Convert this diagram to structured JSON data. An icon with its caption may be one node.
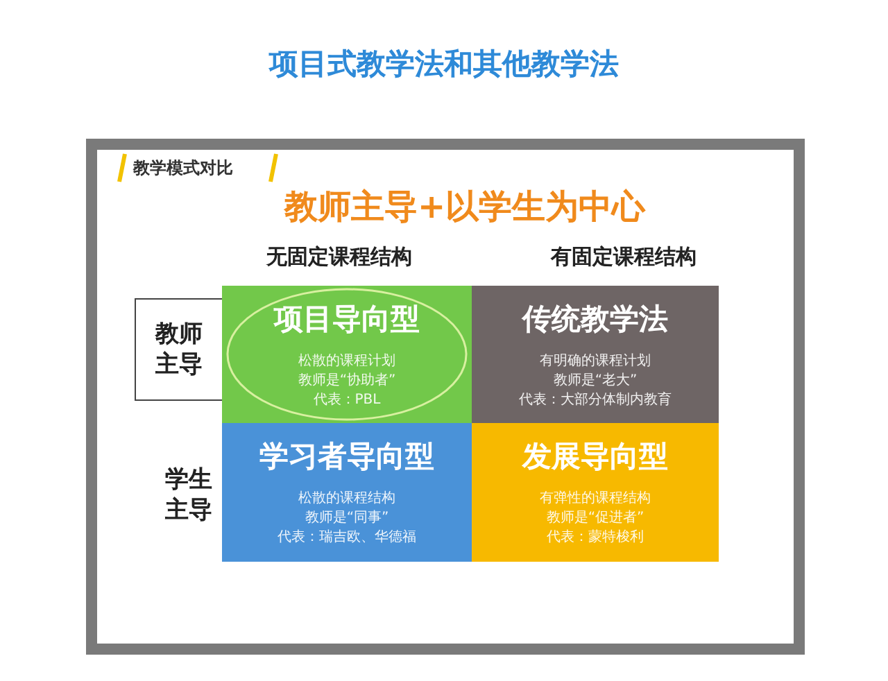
{
  "diagram": {
    "title": "项目式教学法和其他教学法",
    "nodes": [
      {
        "text": [
          "教师主导"
        ]
      },
      {
        "text": [
          "项目导向型",
          "松散的课程计划",
          "教师是“协助者”",
          "代表：PBL"
        ]
      },
      {
        "text": [
          "传统教学法",
          "有明确的课程计划",
          "教师是“老大”",
          "代表：大部分体制内教育"
        ]
      },
      {
        "text": [
          "学习者导向型",
          "松散的课程结构",
          "教师是“同事”",
          "代表：瑞吉欧、华德福"
        ]
      },
      {
        "text": [
          "发展导向型",
          "有弹性的课程结构",
          "教师是“促进者”",
          "代表：蒙特梭利"
        ]
      }
    ],
    "edges": [],
    "labels": [
      "教学模式对比",
      "教师主导+以学生为中心",
      "无固定课程结构",
      "有固定课程结构",
      "学生主导"
    ]
  }
}
